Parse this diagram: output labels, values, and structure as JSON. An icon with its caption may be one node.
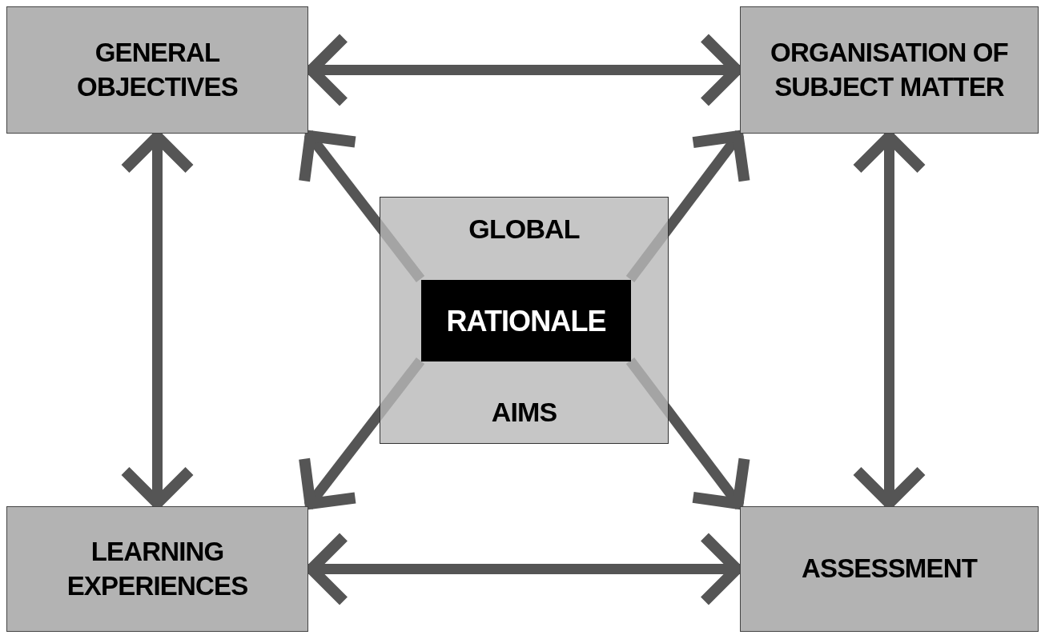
{
  "diagram": {
    "nodes": [
      {
        "text": [
          "GENERAL OBJECTIVES"
        ]
      },
      {
        "text": [
          "ORGANISATION OF SUBJECT MATTER"
        ]
      },
      {
        "text": [
          "GLOBAL",
          "AIMS"
        ]
      },
      {
        "text": [
          "RATIONALE"
        ],
        "in": 2
      },
      {
        "text": [
          "LEARNING EXPERIENCES"
        ]
      },
      {
        "text": [
          "ASSESSMENT"
        ]
      }
    ],
    "edges": [
      {
        "from": 0,
        "to": 1,
        "arrow": "both"
      },
      {
        "from": 0,
        "to": 4,
        "arrow": "both"
      },
      {
        "from": 1,
        "to": 5,
        "arrow": "both"
      },
      {
        "from": 4,
        "to": 5,
        "arrow": "both"
      },
      {
        "from": 3,
        "to": 0,
        "arrow": "to"
      },
      {
        "from": 3,
        "to": 1,
        "arrow": "to"
      },
      {
        "from": 3,
        "to": 4,
        "arrow": "to"
      },
      {
        "from": 3,
        "to": 5,
        "arrow": "to"
      }
    ]
  }
}
